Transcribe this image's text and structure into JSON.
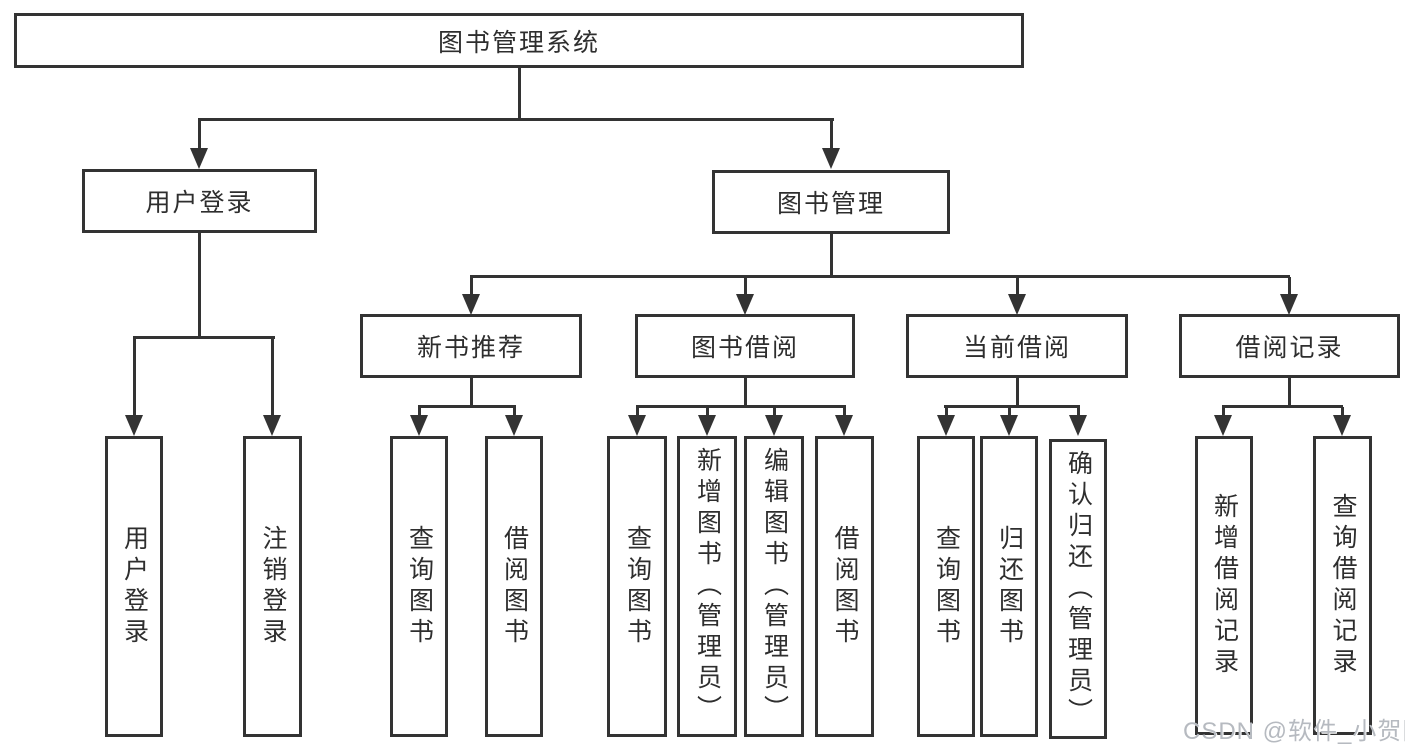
{
  "diagram_title": "图书管理系统",
  "tree": {
    "label": "图书管理系统",
    "children": [
      {
        "label": "用户登录",
        "children": [
          {
            "label": "用户登录"
          },
          {
            "label": "注销登录"
          }
        ]
      },
      {
        "label": "图书管理",
        "children": [
          {
            "label": "新书推荐",
            "children": [
              {
                "label": "查询图书"
              },
              {
                "label": "借阅图书"
              }
            ]
          },
          {
            "label": "图书借阅",
            "children": [
              {
                "label": "查询图书"
              },
              {
                "label": "新增图书（管理员）"
              },
              {
                "label": "编辑图书（管理员）"
              },
              {
                "label": "借阅图书"
              }
            ]
          },
          {
            "label": "当前借阅",
            "children": [
              {
                "label": "查询图书"
              },
              {
                "label": "归还图书"
              },
              {
                "label": "确认归还（管理员）"
              }
            ]
          },
          {
            "label": "借阅记录",
            "children": [
              {
                "label": "新增借阅记录"
              },
              {
                "label": "查询借阅记录"
              }
            ]
          }
        ]
      }
    ]
  },
  "watermark": {
    "text": "CSDN @软件_小贺同学"
  },
  "colors": {
    "line": "#333333",
    "box_border": "#333333",
    "box_fill": "#ffffff",
    "text": "#2e2e2e",
    "watermark": "#b6bac0",
    "background": "#ffffff"
  }
}
